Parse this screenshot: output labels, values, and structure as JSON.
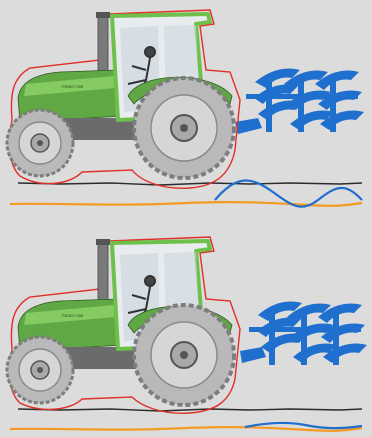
{
  "diagram": {
    "background": "#dcdcdc",
    "colors": {
      "tractor_body": "#5fa844",
      "tractor_body_light": "#8fd36a",
      "cab_frame": "#6ec04a",
      "outline_highlight": "#e0302a",
      "tire": "#b9b9b9",
      "tire_dark": "#8a8a8a",
      "rim": "#d6d6d6",
      "plough": "#1f6fcf",
      "ground_line": "#2b2b2b",
      "orange_line": "#f39a22",
      "blue_wave": "#1f6fcf"
    },
    "icons": [
      "tractor-icon",
      "plough-icon",
      "driver-icon"
    ],
    "panels": [
      {
        "id": "top",
        "variant": "plough-wavy",
        "description_marks": [
          "red-outline",
          "blue-wave-deep"
        ]
      },
      {
        "id": "bottom",
        "variant": "plough-level",
        "description_marks": [
          "red-outline",
          "blue-wave-shallow"
        ]
      }
    ],
    "decal_text": "FENDT 939"
  }
}
